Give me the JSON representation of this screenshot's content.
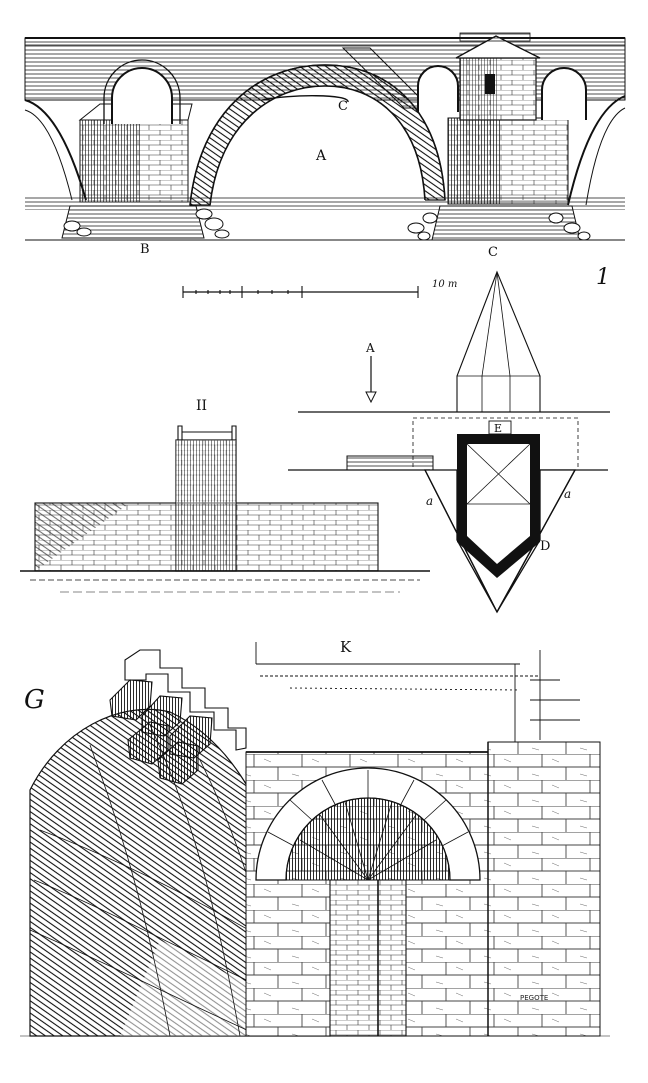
{
  "figure_number": "1",
  "figure_letter_bottom": "G",
  "scale": {
    "label": "10 m"
  },
  "elevation_labels": {
    "arch": "A",
    "pier_left": "B",
    "pier_right": "C",
    "keystone": "C"
  },
  "section_label": "II",
  "plan_labels": {
    "north_arrow": "A",
    "chapel": "E",
    "cutwater": "D",
    "side_left": "a",
    "side_right": "a"
  },
  "detail_label": "K",
  "engraver_signature": "PEGOTE",
  "colors": {
    "ink": "#111111",
    "paper": "#ffffff",
    "hatch": "#333333"
  }
}
